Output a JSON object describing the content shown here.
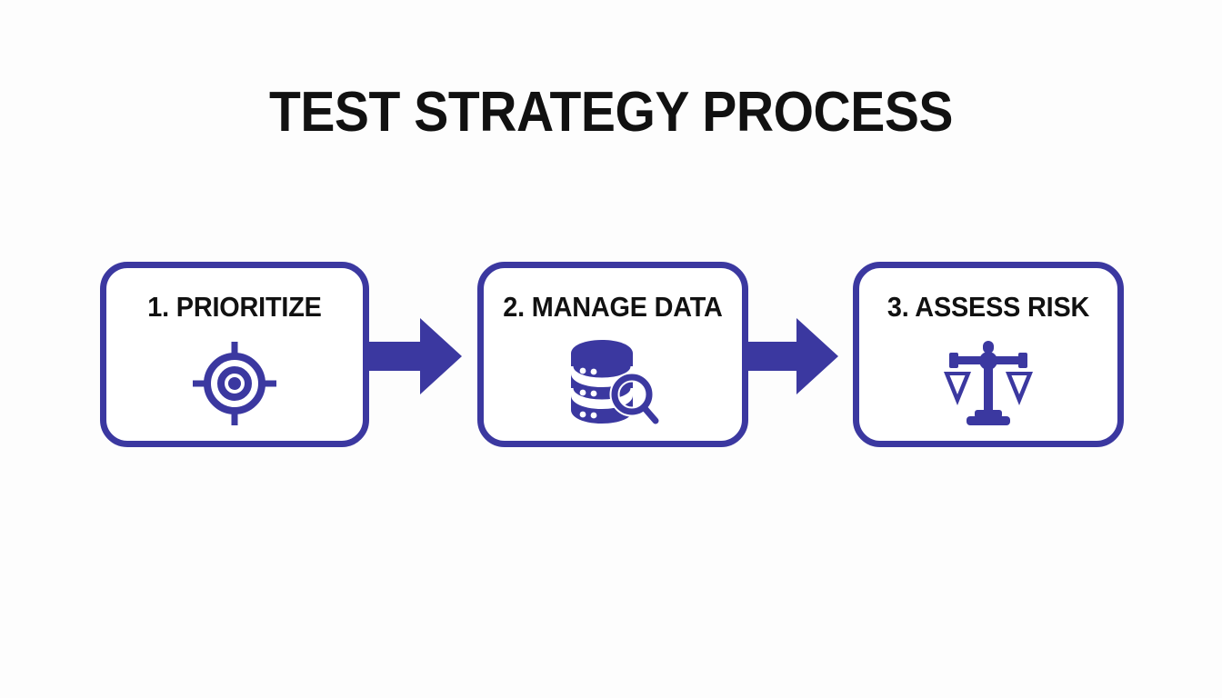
{
  "page": {
    "title": "TEST STRATEGY PROCESS",
    "background_color": "#fdfdfd",
    "accent_color": "#3B38A0",
    "title_color": "#111111"
  },
  "flow": {
    "steps": [
      {
        "label": "1. PRIORITIZE",
        "icon": "target-crosshair-icon",
        "icon_color": "#3B38A0"
      },
      {
        "label": "2. MANAGE DATA",
        "icon": "database-search-icon",
        "icon_color": "#3B38A0"
      },
      {
        "label": "3. ASSESS RISK",
        "icon": "balance-scale-icon",
        "icon_color": "#3B38A0"
      }
    ],
    "connectors": [
      {
        "icon": "arrow-right-icon",
        "color": "#3B38A0"
      },
      {
        "icon": "arrow-right-icon",
        "color": "#3B38A0"
      }
    ]
  }
}
